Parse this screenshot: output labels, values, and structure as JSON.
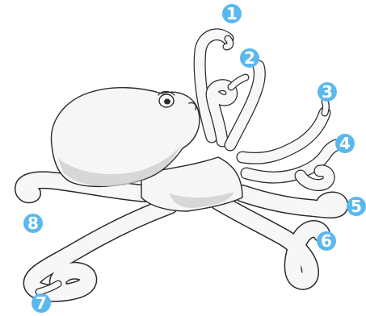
{
  "diagram": {
    "labels": [
      {
        "id": "arm-1",
        "text": "1"
      },
      {
        "id": "arm-2",
        "text": "2"
      },
      {
        "id": "arm-3",
        "text": "3"
      },
      {
        "id": "arm-4",
        "text": "4"
      },
      {
        "id": "arm-5",
        "text": "5"
      },
      {
        "id": "arm-6",
        "text": "6"
      },
      {
        "id": "arm-7",
        "text": "7"
      },
      {
        "id": "arm-8",
        "text": "8"
      }
    ],
    "colors": {
      "label_badge": "#5bb8ee",
      "label_text": "#ffffff",
      "outline": "#2a2a2a",
      "body": "#f6f6f6",
      "shading": "#cfcfcf"
    }
  }
}
